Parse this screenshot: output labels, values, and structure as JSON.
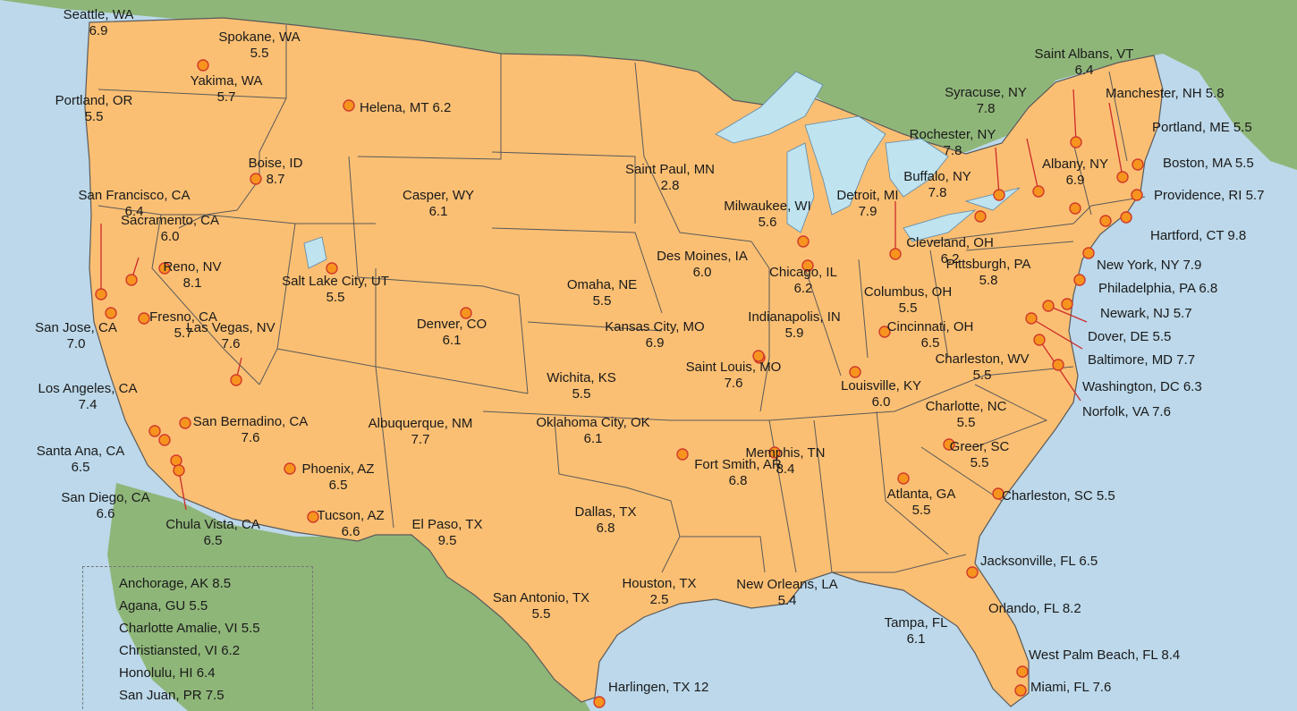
{
  "cities": [
    {
      "name": "Seattle, WA",
      "value": "6.9"
    },
    {
      "name": "Spokane, WA",
      "value": "5.5"
    },
    {
      "name": "Yakima, WA",
      "value": "5.7"
    },
    {
      "name": "Portland, OR",
      "value": "5.5"
    },
    {
      "name": "Helena, MT",
      "value": "6.2"
    },
    {
      "name": "Boise, ID",
      "value": "8.7"
    },
    {
      "name": "San Francisco, CA",
      "value": "6.4"
    },
    {
      "name": "Sacramento, CA",
      "value": "6.0"
    },
    {
      "name": "Reno, NV",
      "value": "8.1"
    },
    {
      "name": "Salt Lake City, UT",
      "value": "5.5"
    },
    {
      "name": "Casper, WY",
      "value": "6.1"
    },
    {
      "name": "San Jose, CA",
      "value": "7.0"
    },
    {
      "name": "Fresno, CA",
      "value": "5.7"
    },
    {
      "name": "Las Vegas, NV",
      "value": "7.6"
    },
    {
      "name": "Los Angeles, CA",
      "value": "7.4"
    },
    {
      "name": "San Bernadino, CA",
      "value": "7.6"
    },
    {
      "name": "Santa Ana, CA",
      "value": "6.5"
    },
    {
      "name": "San Diego, CA",
      "value": "6.6"
    },
    {
      "name": "Chula Vista, CA",
      "value": "6.5"
    },
    {
      "name": "Phoenix, AZ",
      "value": "6.5"
    },
    {
      "name": "Tucson, AZ",
      "value": "6.6"
    },
    {
      "name": "Denver, CO",
      "value": "6.1"
    },
    {
      "name": "Albuquerque, NM",
      "value": "7.7"
    },
    {
      "name": "El Paso, TX",
      "value": "9.5"
    },
    {
      "name": "Saint Paul, MN",
      "value": "2.8"
    },
    {
      "name": "Omaha, NE",
      "value": "5.5"
    },
    {
      "name": "Des Moines, IA",
      "value": "6.0"
    },
    {
      "name": "Kansas City, MO",
      "value": "6.9"
    },
    {
      "name": "Wichita, KS",
      "value": "5.5"
    },
    {
      "name": "Oklahoma City, OK",
      "value": "6.1"
    },
    {
      "name": "Dallas, TX",
      "value": "6.8"
    },
    {
      "name": "San Antonio, TX",
      "value": "5.5"
    },
    {
      "name": "Houston, TX",
      "value": "2.5"
    },
    {
      "name": "Harlingen, TX",
      "value": "12"
    },
    {
      "name": "Fort Smith, AR",
      "value": "6.8"
    },
    {
      "name": "Saint Louis, MO",
      "value": "7.6"
    },
    {
      "name": "Milwaukee, WI",
      "value": "5.6"
    },
    {
      "name": "Chicago, IL",
      "value": "6.2"
    },
    {
      "name": "Indianapolis, IN",
      "value": "5.9"
    },
    {
      "name": "Memphis, TN",
      "value": "8.4"
    },
    {
      "name": "New Orleans, LA",
      "value": "5.4"
    },
    {
      "name": "Detroit, MI",
      "value": "7.9"
    },
    {
      "name": "Cleveland, OH",
      "value": "6.2"
    },
    {
      "name": "Columbus, OH",
      "value": "5.5"
    },
    {
      "name": "Cincinnati, OH",
      "value": "6.5"
    },
    {
      "name": "Louisville, KY",
      "value": "6.0"
    },
    {
      "name": "Atlanta, GA",
      "value": "5.5"
    },
    {
      "name": "Tampa, FL",
      "value": "6.1"
    },
    {
      "name": "Pittsburgh, PA",
      "value": "5.8"
    },
    {
      "name": "Charleston, WV",
      "value": "5.5"
    },
    {
      "name": "Charlotte, NC",
      "value": "5.5"
    },
    {
      "name": "Greer, SC",
      "value": "5.5"
    },
    {
      "name": "Charleston, SC",
      "value": "5.5"
    },
    {
      "name": "Jacksonville, FL",
      "value": "6.5"
    },
    {
      "name": "Orlando, FL",
      "value": "8.2"
    },
    {
      "name": "West Palm Beach, FL",
      "value": "8.4"
    },
    {
      "name": "Miami, FL",
      "value": "7.6"
    },
    {
      "name": "Syracuse, NY",
      "value": "7.8"
    },
    {
      "name": "Rochester, NY",
      "value": "7.8"
    },
    {
      "name": "Buffalo, NY",
      "value": "7.8"
    },
    {
      "name": "Albany, NY",
      "value": "6.9"
    },
    {
      "name": "Saint Albans, VT",
      "value": "6.4"
    },
    {
      "name": "Manchester, NH",
      "value": "5.8"
    },
    {
      "name": "Portland, ME",
      "value": "5.5"
    },
    {
      "name": "Boston, MA",
      "value": "5.5"
    },
    {
      "name": "Providence, RI",
      "value": "5.7"
    },
    {
      "name": "Hartford, CT",
      "value": "9.8"
    },
    {
      "name": "New York, NY",
      "value": "7.9"
    },
    {
      "name": "Philadelphia, PA",
      "value": "6.8"
    },
    {
      "name": "Newark, NJ",
      "value": "5.7"
    },
    {
      "name": "Dover, DE",
      "value": "5.5"
    },
    {
      "name": "Baltimore, MD",
      "value": "7.7"
    },
    {
      "name": "Washington, DC",
      "value": "6.3"
    },
    {
      "name": "Norfolk, VA",
      "value": "7.6"
    }
  ],
  "inset": [
    "Anchorage, AK 8.5",
    "Agana, GU 5.5",
    "Charlotte Amalie, VI 5.5",
    "Christiansted, VI 6.2",
    "Honolulu, HI  6.4",
    "San Juan, PR 7.5"
  ],
  "colors": {
    "ocean": "#bcd8ea",
    "land_foreign": "#8fb679",
    "us_fill": "#fbbf73",
    "state_border": "#5a5a5a",
    "lake": "#bfe3ef",
    "marker_fill": "#f7941e",
    "marker_stroke": "#d0392b",
    "leader": "#cc2b2b"
  }
}
